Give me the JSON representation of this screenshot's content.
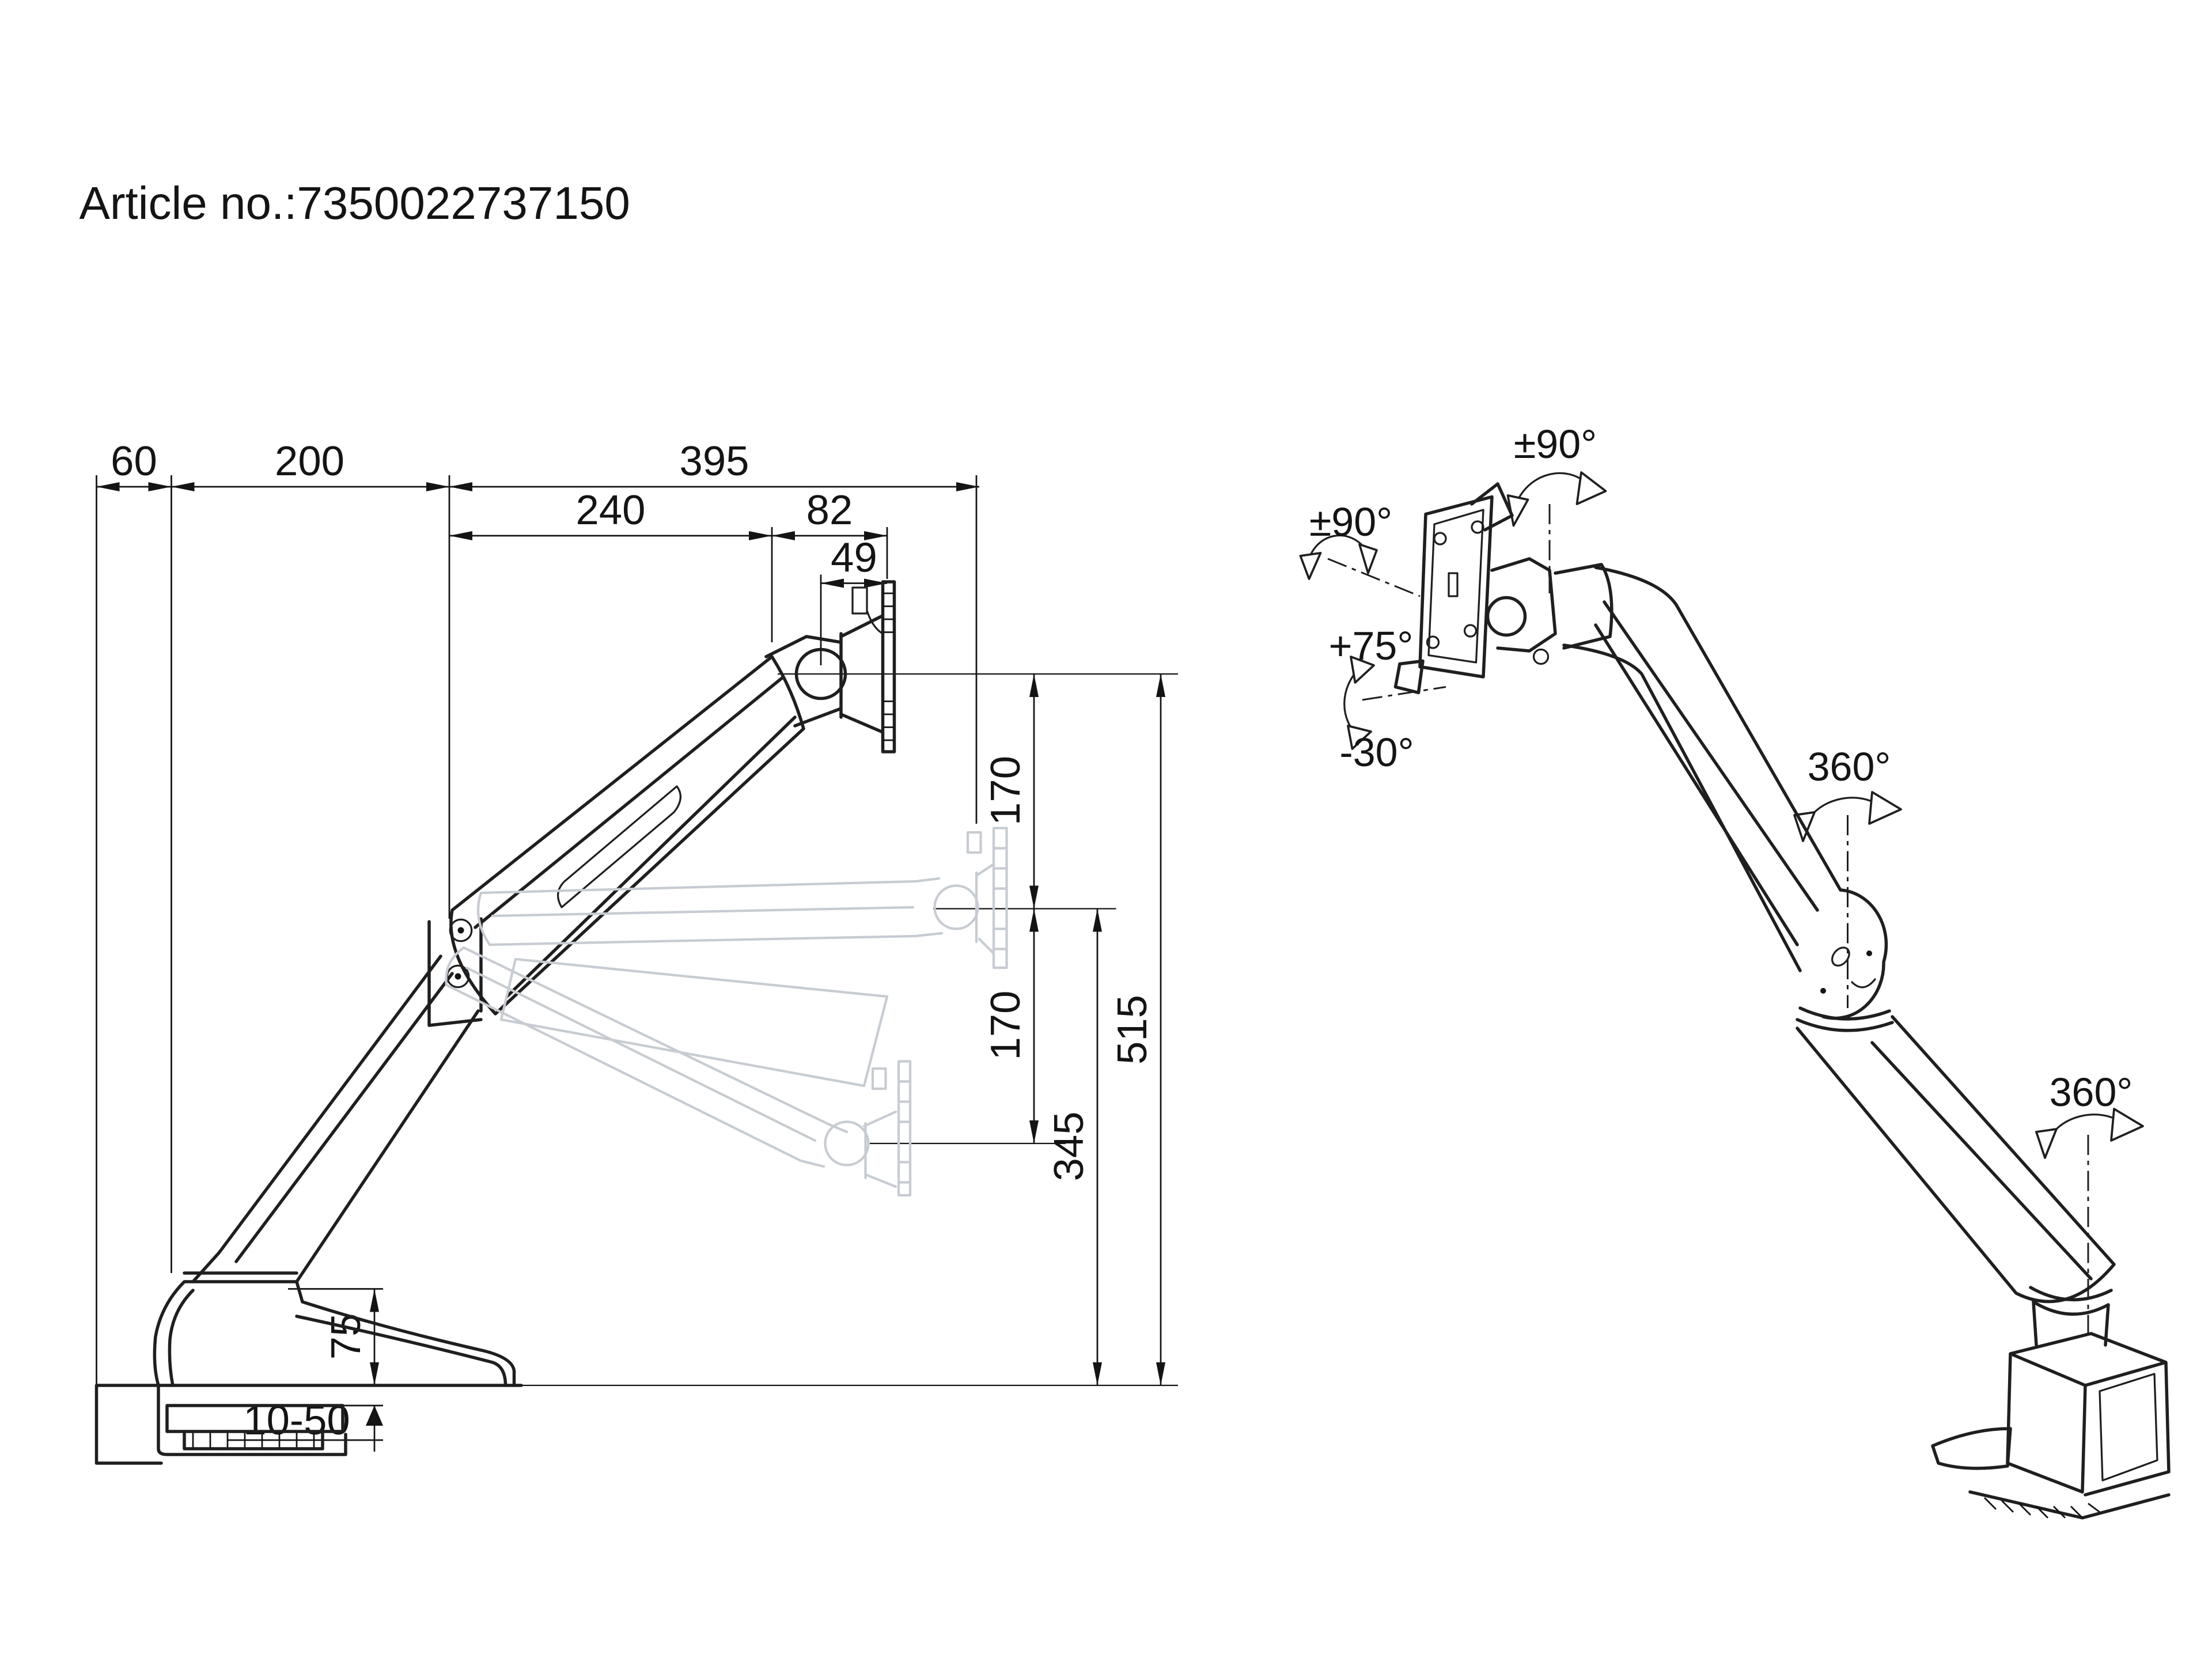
{
  "article": {
    "number_label": "Article no.:7350022737150"
  },
  "colors": {
    "bg": "#ffffff",
    "line": "#1f1f1f",
    "dim": "#141414",
    "ghost": "#c7ccd2"
  },
  "side_view": {
    "horizontal_dims": {
      "overhang": "60",
      "base_to_elbow": "200",
      "reach": "395",
      "elbow_to_head": "240",
      "head": "82",
      "ball_to_plate": "49"
    },
    "vertical_dims": {
      "lift_upper": "170",
      "lift_lower": "170",
      "mid_height": "345",
      "max_height": "515",
      "base_height": "75",
      "desk_thickness": "10-50"
    }
  },
  "perspective_view": {
    "angles": {
      "vesa_rotation": "±90°",
      "swivel": "±90°",
      "tilt_up": "+75°",
      "tilt_down": "-30°",
      "elbow_rotation": "360°",
      "base_rotation": "360°"
    }
  }
}
